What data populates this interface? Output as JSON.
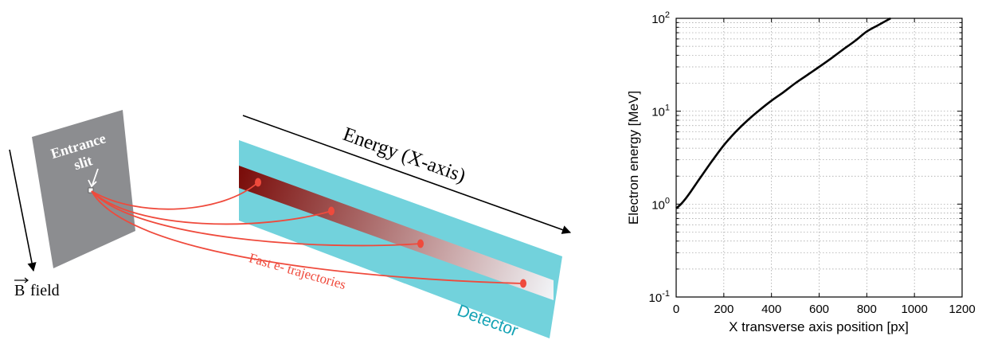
{
  "diagram": {
    "b_field_label": "field",
    "b_vector_letter": "B",
    "entrance_slit_line1": "Entrance",
    "entrance_slit_line2": "slit",
    "energy_axis_label": "Energy (X-axis)",
    "trajectories_label": "Fast e- trajectories",
    "detector_label": "Detector",
    "colors": {
      "slit_plate": "#8c8d90",
      "detector": "#72d2dc",
      "trajectory": "#ef4a3c",
      "band_start": "#7a0d0a",
      "band_end": "#f1f3f6",
      "detector_text": "#15a3b5",
      "trajectory_text": "#ef4a3c"
    }
  },
  "chart_data": {
    "type": "line",
    "title": "",
    "xlabel": "X transverse axis position [px]",
    "ylabel": "Electron energy [MeV]",
    "xlim": [
      0,
      1200
    ],
    "ylim": [
      0.1,
      100
    ],
    "yscale": "log",
    "grid": true,
    "x_ticks": [
      0,
      200,
      400,
      600,
      800,
      1000,
      1200
    ],
    "x_tick_labels": [
      "0",
      "200",
      "400",
      "600",
      "800",
      "1000",
      "1200"
    ],
    "y_ticks": [
      0.1,
      1,
      10,
      100
    ],
    "y_tick_labels": [
      {
        "base": "10",
        "exp": "-1"
      },
      {
        "base": "10",
        "exp": "0"
      },
      {
        "base": "10",
        "exp": "1"
      },
      {
        "base": "10",
        "exp": "2"
      }
    ],
    "series": [
      {
        "color": "#000000",
        "x": [
          0,
          20,
          40,
          60,
          80,
          100,
          150,
          200,
          250,
          300,
          350,
          400,
          450,
          500,
          550,
          600,
          650,
          700,
          750,
          800,
          850,
          900
        ],
        "y": [
          0.9,
          1.0,
          1.15,
          1.35,
          1.6,
          1.9,
          2.9,
          4.3,
          6.0,
          8.0,
          10.3,
          13.0,
          16.0,
          20.0,
          24.5,
          30.0,
          37.0,
          46.0,
          57.0,
          72.0,
          85.0,
          100.0
        ]
      }
    ]
  }
}
